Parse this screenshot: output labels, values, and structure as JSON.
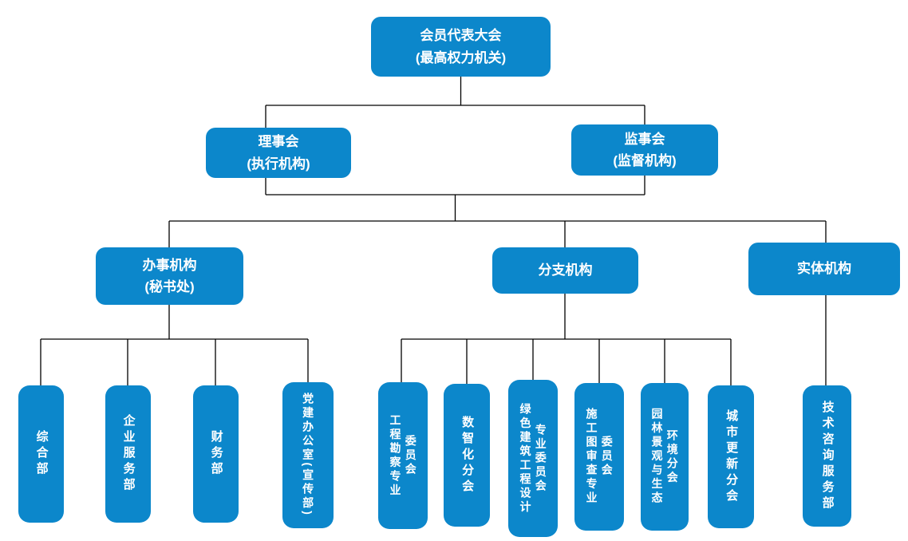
{
  "palette": {
    "node_fill": "#0C87CB",
    "node_text": "#FFFFFF",
    "connector": "#000000",
    "background": "#FFFFFF"
  },
  "org_chart": {
    "level1": {
      "lines": [
        "会员代表大会",
        "(最高权力机关)"
      ]
    },
    "level2": [
      {
        "lines": [
          "理事会",
          "(执行机构)"
        ]
      },
      {
        "lines": [
          "监事会",
          "(监督机构)"
        ]
      }
    ],
    "level3": [
      {
        "lines": [
          "办事机构",
          "(秘书处)"
        ]
      },
      {
        "lines": [
          "分支机构"
        ]
      },
      {
        "lines": [
          "实体机构"
        ]
      }
    ],
    "level4": {
      "office_departments": [
        {
          "columns": [
            "综合部"
          ]
        },
        {
          "columns": [
            "企业服务部"
          ]
        },
        {
          "columns": [
            "财务部"
          ]
        },
        {
          "columns": [
            "党建办公室(宣传部)"
          ]
        }
      ],
      "branch_organizations": [
        {
          "columns": [
            "工程勘察专业",
            "委员会"
          ]
        },
        {
          "columns": [
            "数智化分会"
          ]
        },
        {
          "columns": [
            "绿色建筑工程设计",
            "专业委员会"
          ]
        },
        {
          "columns": [
            "施工图审查专业",
            "委员会"
          ]
        },
        {
          "columns": [
            "园林景观与生态",
            "环境分会"
          ]
        },
        {
          "columns": [
            "城市更新分会"
          ]
        }
      ],
      "entity_organizations": [
        {
          "columns": [
            "技术咨询服务部"
          ]
        }
      ]
    }
  }
}
